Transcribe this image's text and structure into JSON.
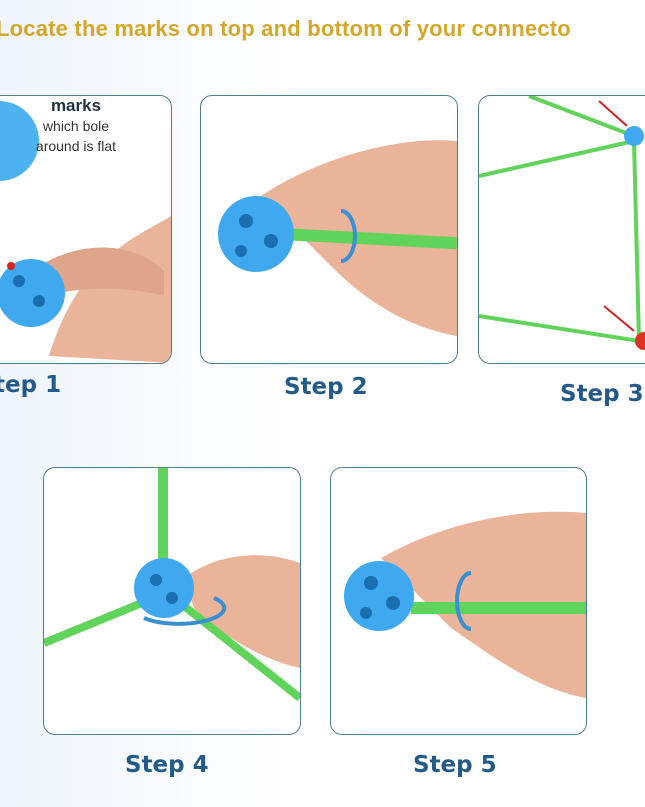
{
  "title": "Locate the  marks on top and bottom of your connecto",
  "note": {
    "heading": "marks",
    "line1": "which bole",
    "line2": "around is flat"
  },
  "steps": [
    "tep 1",
    "Step 2",
    "Step 3",
    "Step 4",
    "Step 5"
  ],
  "colors": {
    "title": "#d4a629",
    "step": "#235a8a",
    "ball": "#3fa9f0",
    "stick": "#5fd35a",
    "skin": "#e9b49a"
  }
}
